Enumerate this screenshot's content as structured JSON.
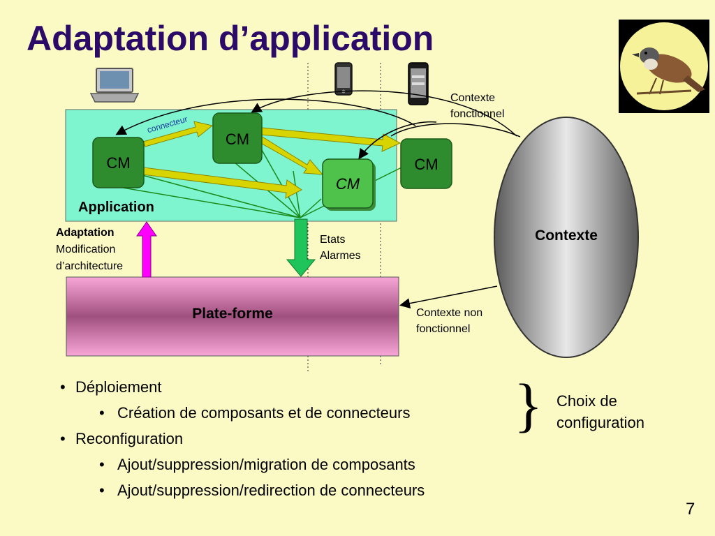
{
  "title": "Adaptation d’application",
  "diagram": {
    "cm_labels": [
      "CM",
      "CM",
      "CM",
      "CM"
    ],
    "connector_label": "connecteur",
    "application_label": "Application",
    "adaptation_title": "Adaptation",
    "adaptation_line1": "Modification",
    "adaptation_line2": "d’architecture",
    "etats_line1": "Etats",
    "etats_line2": "Alarmes",
    "platform_label": "Plate-forme",
    "contexte_label": "Contexte",
    "contexte_fonctionnel_line1": "Contexte",
    "contexte_fonctionnel_line2": "fonctionnel",
    "contexte_non_line1": "Contexte non",
    "contexte_non_line2": "fonctionnel"
  },
  "bullets": {
    "item1": "Déploiement",
    "item1_sub": "Création de composants et de connecteurs",
    "item2": "Reconfiguration",
    "item2_sub1": "Ajout/suppression/migration de composants",
    "item2_sub2": "Ajout/suppression/redirection de connecteurs"
  },
  "brace_note": {
    "line1": "Choix de",
    "line2": "configuration"
  },
  "page_number": "7",
  "colors": {
    "background": "#fbfac4",
    "title": "#2c0a68",
    "application_box": "#7ff5cf",
    "cm_box": "#2e8b2e",
    "cm_box_highlight": "#4ec24a",
    "connector_arrow": "#d8d400",
    "platform_box": "#f48cc8",
    "contexte_ellipse": "#8a8a8a",
    "adaptation_arrow": "#ff00ff",
    "etats_arrow": "#1fc45a"
  },
  "icons": [
    "laptop-icon",
    "smartphone-icon",
    "smartphone-icon",
    "sparrow-logo"
  ]
}
